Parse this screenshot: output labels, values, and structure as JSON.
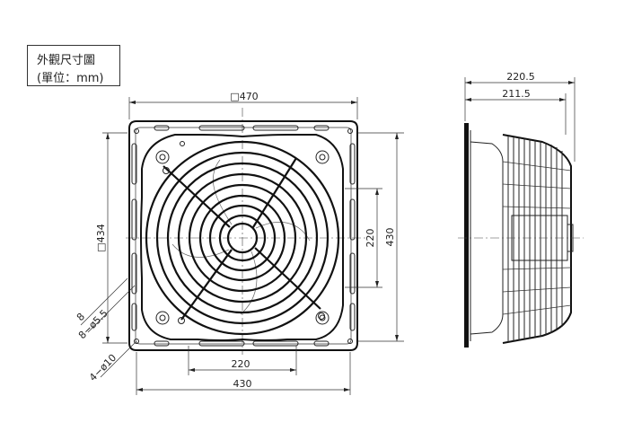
{
  "title_box": {
    "line1": "外觀尺寸圖",
    "line2": "(單位：mm)"
  },
  "front_view": {
    "frame_width_label": "□470",
    "frame_height_label": "□434",
    "hole_pitch_h_label": "430",
    "hole_pitch_v_label": "430",
    "motor_mount_h_label": "220",
    "motor_mount_v_label": "220",
    "slot_count_label": "8",
    "slot_hole_label": "8−ø5.5",
    "corner_hole_label": "4−ø10"
  },
  "side_view": {
    "overall_depth_label": "220.5",
    "guard_depth_label": "211.5"
  },
  "colors": {
    "line": "#222222",
    "background": "#ffffff"
  }
}
